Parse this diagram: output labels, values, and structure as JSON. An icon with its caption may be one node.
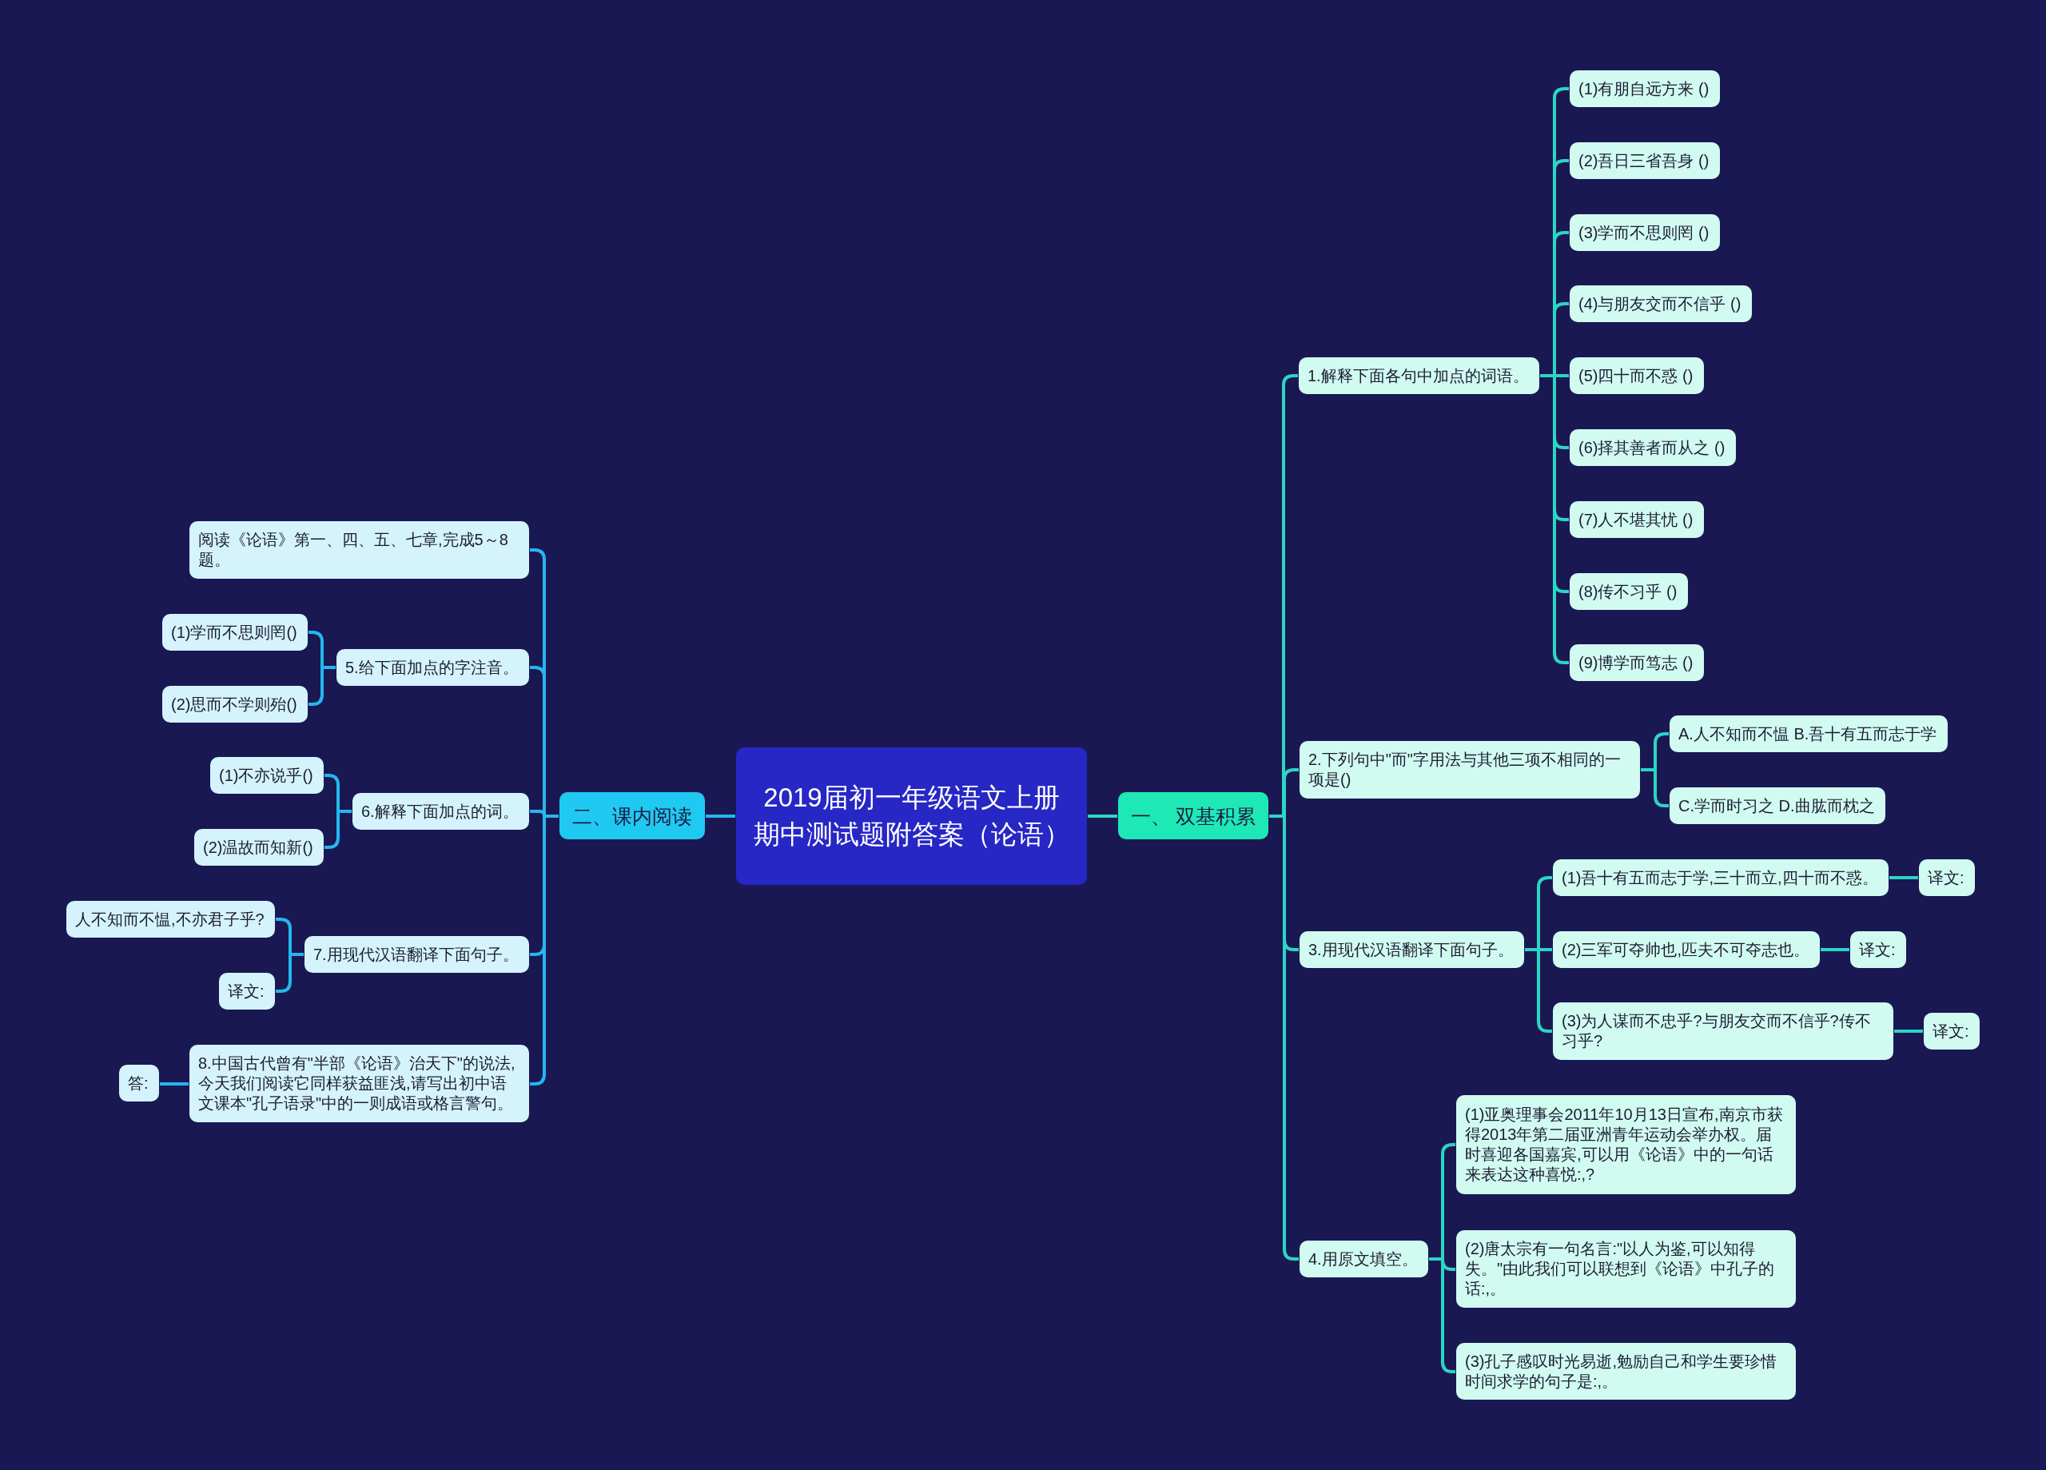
{
  "diagram": {
    "nodes": [
      {
        "text": [
          "2019届初一年级语文上册期中测试题附答案（论语）"
        ]
      },
      {
        "text": [
          "一、 双基积累"
        ]
      },
      {
        "text": [
          "1.解释下面各句中加点的词语。"
        ]
      },
      {
        "text": [
          "(1)有朋自远方来 ()"
        ]
      },
      {
        "text": [
          "(2)吾日三省吾身 ()"
        ]
      },
      {
        "text": [
          "(3)学而不思则罔 ()"
        ]
      },
      {
        "text": [
          "(4)与朋友交而不信乎 ()"
        ]
      },
      {
        "text": [
          "(5)四十而不惑 ()"
        ]
      },
      {
        "text": [
          "(6)择其善者而从之 ()"
        ]
      },
      {
        "text": [
          "(7)人不堪其忧 ()"
        ]
      },
      {
        "text": [
          "(8)传不习乎 ()"
        ]
      },
      {
        "text": [
          "(9)博学而笃志 ()"
        ]
      },
      {
        "text": [
          "2.下列句中\"而\"字用法与其他三项不相同的一项是()"
        ]
      },
      {
        "text": [
          "A.人不知而不愠 B.吾十有五而志于学"
        ]
      },
      {
        "text": [
          "C.学而时习之 D.曲肱而枕之"
        ]
      },
      {
        "text": [
          "3.用现代汉语翻译下面句子。"
        ]
      },
      {
        "text": [
          "(1)吾十有五而志于学,三十而立,四十而不惑。"
        ]
      },
      {
        "text": [
          "译文:"
        ]
      },
      {
        "text": [
          "(2)三军可夺帅也,匹夫不可夺志也。"
        ]
      },
      {
        "text": [
          "译文:"
        ]
      },
      {
        "text": [
          "(3)为人谋而不忠乎?与朋友交而不信乎?传不习乎?"
        ]
      },
      {
        "text": [
          "译文:"
        ]
      },
      {
        "text": [
          "4.用原文填空。"
        ]
      },
      {
        "text": [
          "(1)亚奥理事会2011年10月13日宣布,南京市获得2013年第二届亚洲青年运动会举办权。届时喜迎各国嘉宾,可以用《论语》中的一句话来表达这种喜悦:,?"
        ]
      },
      {
        "text": [
          "(2)唐太宗有一句名言:\"以人为鉴,可以知得失。\"由此我们可以联想到《论语》中孔子的话:,。"
        ]
      },
      {
        "text": [
          "(3)孔子感叹时光易逝,勉励自己和学生要珍惜时间求学的句子是:,。"
        ]
      },
      {
        "text": [
          "二、课内阅读"
        ]
      },
      {
        "text": [
          "阅读《论语》第一、四、五、七章,完成5～8题。"
        ]
      },
      {
        "text": [
          "5.给下面加点的字注音。"
        ]
      },
      {
        "text": [
          "(1)学而不思则罔()"
        ]
      },
      {
        "text": [
          "(2)思而不学则殆()"
        ]
      },
      {
        "text": [
          "6.解释下面加点的词。"
        ]
      },
      {
        "text": [
          "(1)不亦说乎()"
        ]
      },
      {
        "text": [
          "(2)温故而知新()"
        ]
      },
      {
        "text": [
          "7.用现代汉语翻译下面句子。"
        ]
      },
      {
        "text": [
          "人不知而不愠,不亦君子乎?"
        ]
      },
      {
        "text": [
          "译文:"
        ]
      },
      {
        "text": [
          "8.中国古代曾有\"半部《论语》治天下\"的说法,今天我们阅读它同样获益匪浅,请写出初中语文课本\"孔子语录\"中的一则成语或格言警句。"
        ]
      },
      {
        "text": [
          "答:"
        ]
      }
    ],
    "edges": [
      {
        "from": 0,
        "to": 1,
        "arrow": "none"
      },
      {
        "from": 1,
        "to": 2,
        "arrow": "none"
      },
      {
        "from": 1,
        "to": 12,
        "arrow": "none"
      },
      {
        "from": 1,
        "to": 15,
        "arrow": "none"
      },
      {
        "from": 1,
        "to": 22,
        "arrow": "none"
      },
      {
        "from": 2,
        "to": 3,
        "arrow": "none"
      },
      {
        "from": 2,
        "to": 4,
        "arrow": "none"
      },
      {
        "from": 2,
        "to": 5,
        "arrow": "none"
      },
      {
        "from": 2,
        "to": 6,
        "arrow": "none"
      },
      {
        "from": 2,
        "to": 7,
        "arrow": "none"
      },
      {
        "from": 2,
        "to": 8,
        "arrow": "none"
      },
      {
        "from": 2,
        "to": 9,
        "arrow": "none"
      },
      {
        "from": 2,
        "to": 10,
        "arrow": "none"
      },
      {
        "from": 2,
        "to": 11,
        "arrow": "none"
      },
      {
        "from": 12,
        "to": 13,
        "arrow": "none"
      },
      {
        "from": 12,
        "to": 14,
        "arrow": "none"
      },
      {
        "from": 15,
        "to": 16,
        "arrow": "none"
      },
      {
        "from": 15,
        "to": 18,
        "arrow": "none"
      },
      {
        "from": 15,
        "to": 20,
        "arrow": "none"
      },
      {
        "from": 16,
        "to": 17,
        "arrow": "none"
      },
      {
        "from": 18,
        "to": 19,
        "arrow": "none"
      },
      {
        "from": 20,
        "to": 21,
        "arrow": "none"
      },
      {
        "from": 22,
        "to": 23,
        "arrow": "none"
      },
      {
        "from": 22,
        "to": 24,
        "arrow": "none"
      },
      {
        "from": 22,
        "to": 25,
        "arrow": "none"
      },
      {
        "from": 0,
        "to": 26,
        "arrow": "none",
        "color": "#25b7ef"
      },
      {
        "from": 26,
        "to": 27,
        "arrow": "none",
        "color": "#25b7ef"
      },
      {
        "from": 26,
        "to": 28,
        "arrow": "none",
        "color": "#25b7ef"
      },
      {
        "from": 26,
        "to": 31,
        "arrow": "none",
        "color": "#25b7ef"
      },
      {
        "from": 26,
        "to": 34,
        "arrow": "none",
        "color": "#25b7ef"
      },
      {
        "from": 26,
        "to": 37,
        "arrow": "none",
        "color": "#25b7ef"
      },
      {
        "from": 28,
        "to": 29,
        "arrow": "none",
        "color": "#25b7ef"
      },
      {
        "from": 28,
        "to": 30,
        "arrow": "none",
        "color": "#25b7ef"
      },
      {
        "from": 31,
        "to": 32,
        "arrow": "none",
        "color": "#25b7ef"
      },
      {
        "from": 31,
        "to": 33,
        "arrow": "none",
        "color": "#25b7ef"
      },
      {
        "from": 34,
        "to": 35,
        "arrow": "none",
        "color": "#25b7ef"
      },
      {
        "from": 34,
        "to": 36,
        "arrow": "none",
        "color": "#25b7ef"
      },
      {
        "from": 37,
        "to": 38,
        "arrow": "none",
        "color": "#25b7ef"
      }
    ]
  }
}
